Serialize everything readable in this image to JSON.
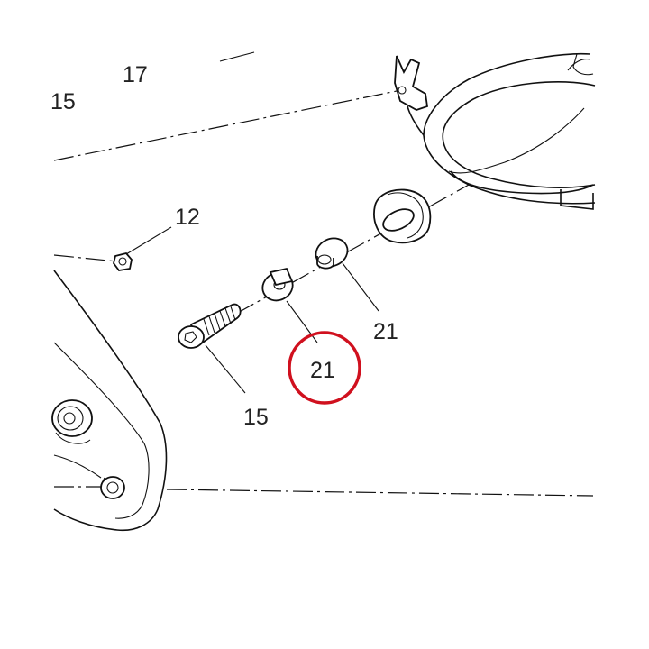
{
  "labels": {
    "label_17": "17",
    "label_15_top": "15",
    "label_12": "12",
    "label_21_right": "21",
    "label_21_circled": "21",
    "label_15_bolt": "15"
  },
  "highlight": {
    "circled_part": "21",
    "circle_color": "#d0101e"
  },
  "icons": {
    "bolt": "bolt-icon",
    "washer": "washer-icon",
    "spacer": "spacer-bushing-icon",
    "grommet": "rubber-grommet-icon",
    "nut": "nut-icon"
  }
}
